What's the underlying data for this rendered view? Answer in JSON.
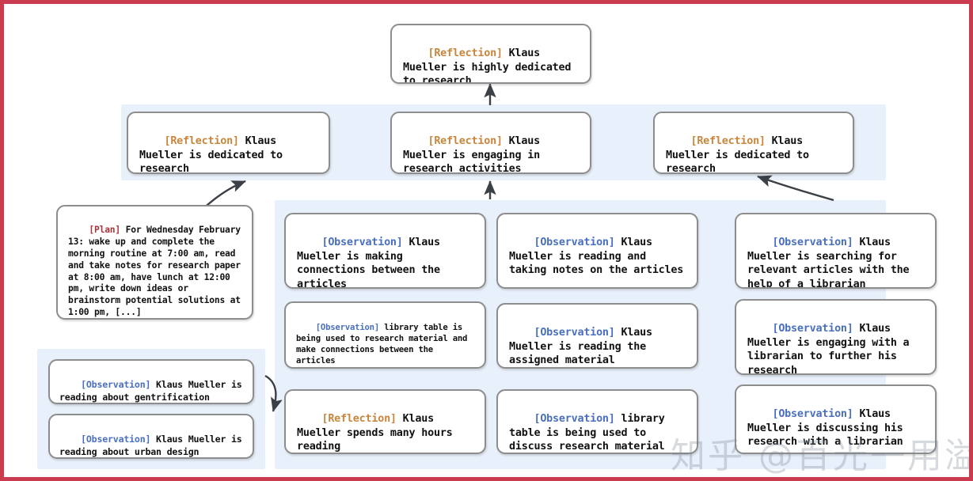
{
  "figure": {
    "border_color": "#cb3b50",
    "panel_color": "#e8f0fb",
    "node_border_color": "#8d8d8d",
    "tag_colors": {
      "reflection": "#c8863c",
      "observation": "#4a6fc0",
      "plan": "#a8333a"
    }
  },
  "watermark": {
    "text": "知乎 @百光一用溢书生"
  },
  "tags": {
    "reflection": "[Reflection]",
    "observation": "[Observation]",
    "plan": "[Plan]"
  },
  "top_node": {
    "tag": "[Reflection]",
    "text": " Klaus Mueller is highly dedicated to research"
  },
  "reflection_row": [
    {
      "tag": "[Reflection]",
      "text": " Klaus Mueller is dedicated to research"
    },
    {
      "tag": "[Reflection]",
      "text": " Klaus Mueller is engaging in research activities"
    },
    {
      "tag": "[Reflection]",
      "text": " Klaus Mueller is dedicated to research"
    }
  ],
  "plan_node": {
    "tag": "[Plan]",
    "text": " For Wednesday February 13: wake up and complete the morning routine at 7:00 am, read and take notes for research paper at 8:00 am, have lunch at 12:00 pm, write down ideas or brainstorm potential solutions at 1:00 pm, [...]"
  },
  "left_observations": [
    {
      "tag": "[Observation]",
      "text": " Klaus Mueller is reading about gentrification"
    },
    {
      "tag": "[Observation]",
      "text": " Klaus Mueller is reading about urban design"
    }
  ],
  "column_one": [
    {
      "tag": "[Observation]",
      "text": " Klaus Mueller is making connections between the articles"
    },
    {
      "tag": "[Observation]",
      "text": " library table is being used to research material and make connections between the articles"
    },
    {
      "tag": "[Reflection]",
      "text": " Klaus Mueller spends many hours reading"
    }
  ],
  "column_two": [
    {
      "tag": "[Observation]",
      "text": " Klaus Mueller is reading and taking notes on the articles"
    },
    {
      "tag": "[Observation]",
      "text": " Klaus Mueller is reading the assigned material"
    },
    {
      "tag": "[Observation]",
      "text": " library table is being used to discuss research material"
    }
  ],
  "column_three": [
    {
      "tag": "[Observation]",
      "text": " Klaus Mueller is searching for relevant articles with the help of a librarian"
    },
    {
      "tag": "[Observation]",
      "text": " Klaus Mueller is engaging with a librarian to further his research"
    },
    {
      "tag": "[Observation]",
      "text": " Klaus Mueller is discussing his research with a librarian"
    }
  ]
}
